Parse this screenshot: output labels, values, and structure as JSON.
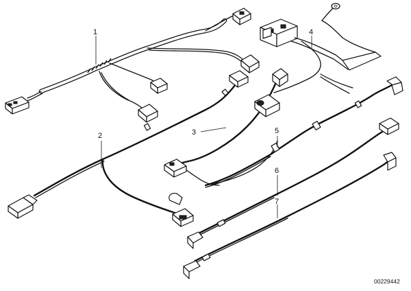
{
  "callouts": [
    {
      "id": "1",
      "label": "1"
    },
    {
      "id": "2",
      "label": "2"
    },
    {
      "id": "3",
      "label": "3"
    },
    {
      "id": "4",
      "label": "4"
    },
    {
      "id": "5",
      "label": "5"
    },
    {
      "id": "6",
      "label": "6"
    },
    {
      "id": "7",
      "label": "7"
    }
  ],
  "reference_number": "00229442"
}
